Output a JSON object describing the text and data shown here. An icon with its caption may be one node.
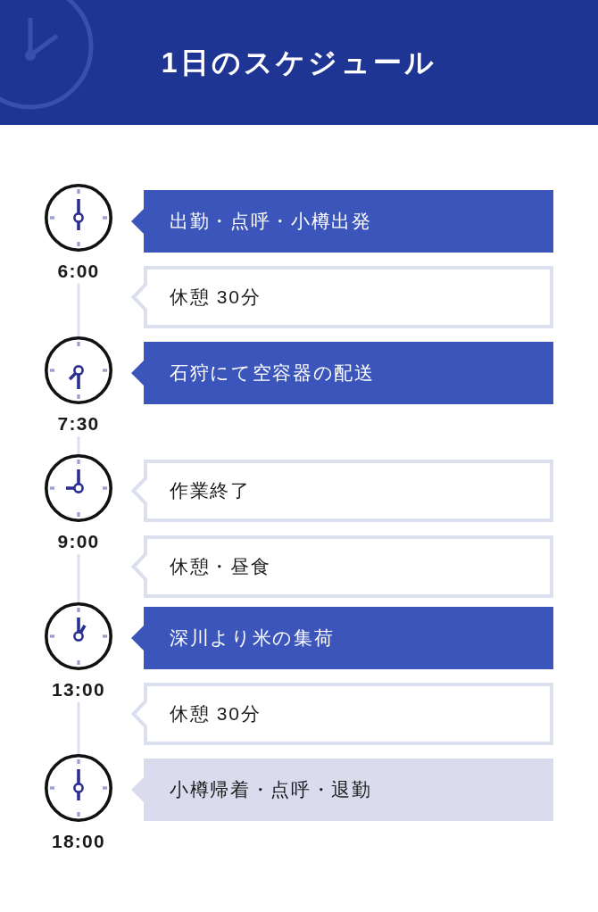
{
  "diagram": {
    "title": "1日のスケジュール",
    "nodes": [
      {
        "text": [
          "6:00"
        ]
      },
      {
        "text": [
          "出勤・点呼・小樽出発"
        ]
      },
      {
        "text": [
          "休憩 30分"
        ]
      },
      {
        "text": [
          "7:30"
        ]
      },
      {
        "text": [
          "石狩にて空容器の配送"
        ]
      },
      {
        "text": [
          "9:00"
        ]
      },
      {
        "text": [
          "作業終了"
        ]
      },
      {
        "text": [
          "休憩・昼食"
        ]
      },
      {
        "text": [
          "13:00"
        ]
      },
      {
        "text": [
          "深川より米の集荷"
        ]
      },
      {
        "text": [
          "休憩 30分"
        ]
      },
      {
        "text": [
          "18:00"
        ]
      },
      {
        "text": [
          "小樽帰着・点呼・退勤"
        ]
      }
    ],
    "edges": [
      {
        "from": 0,
        "to": 3,
        "arrow": "none"
      },
      {
        "from": 3,
        "to": 5,
        "arrow": "none"
      },
      {
        "from": 5,
        "to": 8,
        "arrow": "none"
      },
      {
        "from": 8,
        "to": 11,
        "arrow": "none"
      }
    ]
  }
}
